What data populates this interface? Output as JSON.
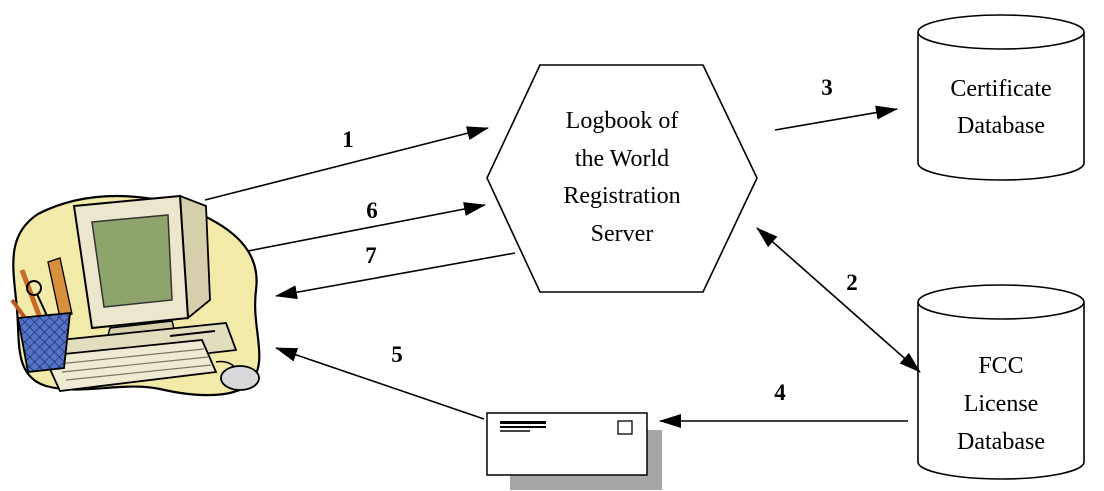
{
  "diagram": {
    "server": {
      "lines": [
        "Logbook of",
        "the World",
        "Registration",
        "Server"
      ]
    },
    "certificate_db": {
      "lines": [
        "Certificate",
        "Database"
      ]
    },
    "fcc_db": {
      "lines": [
        "FCC",
        "License",
        "Database"
      ]
    },
    "steps": [
      "1",
      "2",
      "3",
      "4",
      "5",
      "6",
      "7"
    ]
  },
  "icons": {
    "user_computer": "computer-icon",
    "mail": "envelope-icon"
  }
}
